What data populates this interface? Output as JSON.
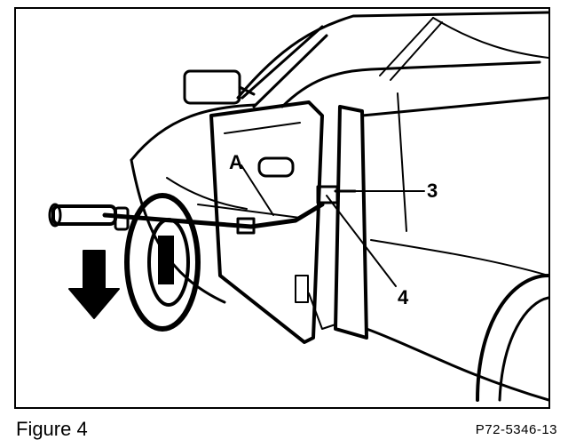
{
  "figure": {
    "caption": "Figure 4",
    "reference": "P72-5346-13"
  },
  "callouts": {
    "a": "A",
    "three": "3",
    "four": "4"
  }
}
